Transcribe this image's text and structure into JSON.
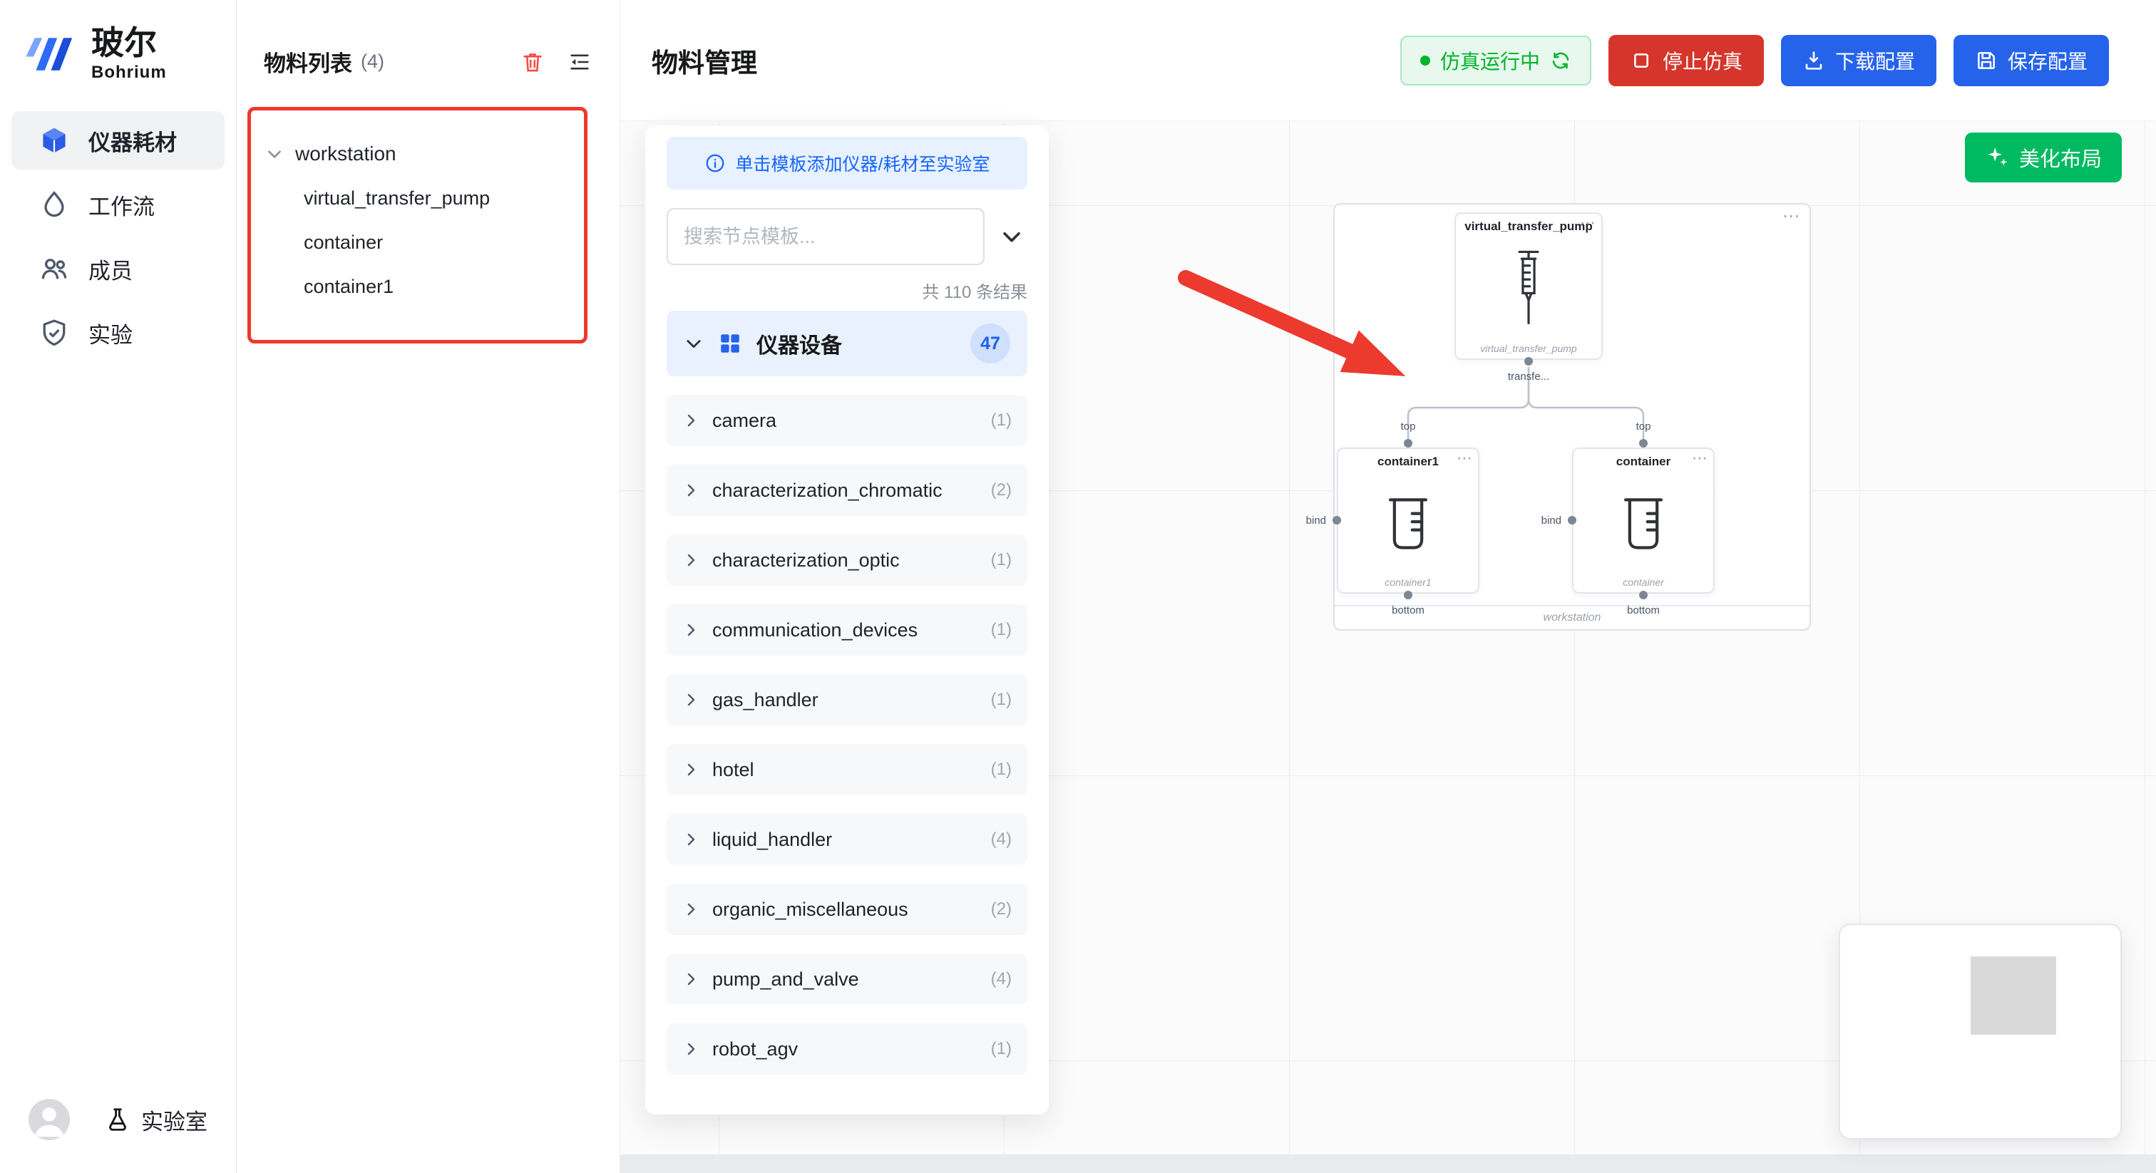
{
  "colors": {
    "primary_blue": "#2563eb",
    "brand_blue": "#2b5ce6",
    "danger_red": "#d6352b",
    "success_green": "#00b42a",
    "beautify_green": "#00ba61",
    "annotation_red": "#ec3a2e"
  },
  "brand": {
    "name": "玻尔",
    "subtitle": "Bohrium"
  },
  "sidebar": {
    "items": [
      {
        "label": "仪器耗材"
      },
      {
        "label": "工作流"
      },
      {
        "label": "成员"
      },
      {
        "label": "实验"
      }
    ],
    "footer_label": "实验室"
  },
  "materials_panel": {
    "title": "物料列表",
    "count": "(4)",
    "tree_root": "workstation",
    "tree_children": [
      {
        "label": "virtual_transfer_pump"
      },
      {
        "label": "container"
      },
      {
        "label": "container1"
      }
    ]
  },
  "header": {
    "title": "物料管理",
    "status_label": "仿真运行中",
    "stop_label": "停止仿真",
    "download_label": "下载配置",
    "save_label": "保存配置"
  },
  "template_panel": {
    "banner": "单击模板添加仪器/耗材至实验室",
    "search_placeholder": "搜索节点模板...",
    "results_summary": "共 110 条结果",
    "category": {
      "label": "仪器设备",
      "count": "47"
    },
    "items": [
      {
        "label": "camera",
        "count": "(1)"
      },
      {
        "label": "characterization_chromatic",
        "count": "(2)"
      },
      {
        "label": "characterization_optic",
        "count": "(1)"
      },
      {
        "label": "communication_devices",
        "count": "(1)"
      },
      {
        "label": "gas_handler",
        "count": "(1)"
      },
      {
        "label": "hotel",
        "count": "(1)"
      },
      {
        "label": "liquid_handler",
        "count": "(4)"
      },
      {
        "label": "organic_miscellaneous",
        "count": "(2)"
      },
      {
        "label": "pump_and_valve",
        "count": "(4)"
      },
      {
        "label": "robot_agv",
        "count": "(1)"
      }
    ]
  },
  "canvas": {
    "beautify_label": "美化布局",
    "group_label": "workstation",
    "pump": {
      "title": "virtual_transfer_pump",
      "sublabel": "virtual_transfer_pump",
      "out_port": "transfe..."
    },
    "container_left": {
      "title": "container1",
      "sublabel": "container1",
      "top": "top",
      "bottom": "bottom",
      "bind": "bind"
    },
    "container_right": {
      "title": "container",
      "sublabel": "container",
      "top": "top",
      "bottom": "bottom",
      "bind": "bind"
    }
  }
}
